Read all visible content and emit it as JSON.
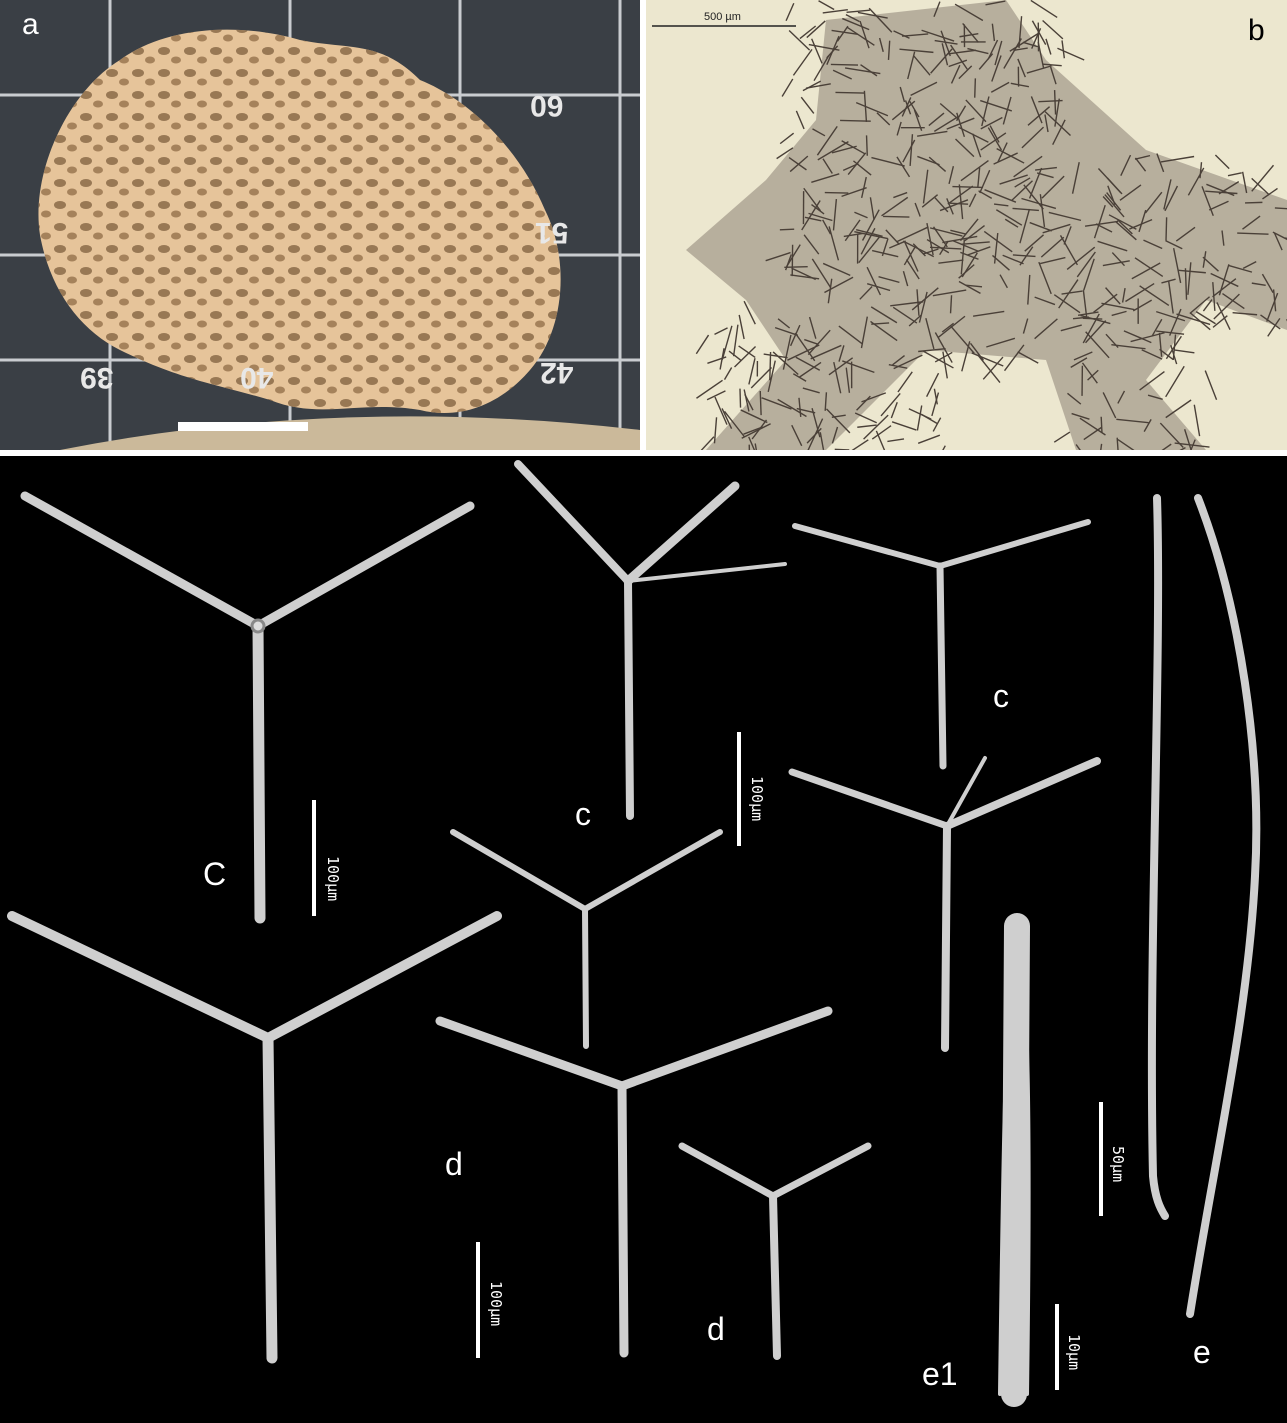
{
  "panels": {
    "a": {
      "label": "a",
      "grid_numbers": [
        "60",
        "51",
        "42",
        "40",
        "39"
      ],
      "colors": {
        "sponge": "#e6c49a",
        "background": "#3a3f45"
      }
    },
    "b": {
      "label": "b",
      "scale_text": "500 µm",
      "colors": {
        "background": "#ece7cf",
        "spicules": "#5a5048"
      }
    },
    "sem": {
      "labels": {
        "C": "C",
        "c1": "c",
        "c2": "c",
        "d1": "d",
        "d2": "d",
        "e": "e",
        "e1": "e1"
      },
      "scales": {
        "s1": "100µm",
        "s2": "100µm",
        "s3": "100µm",
        "s4": "50µm",
        "s5": "10µm"
      },
      "colors": {
        "spicule": "#cfcfcf",
        "background": "#000000"
      }
    }
  }
}
